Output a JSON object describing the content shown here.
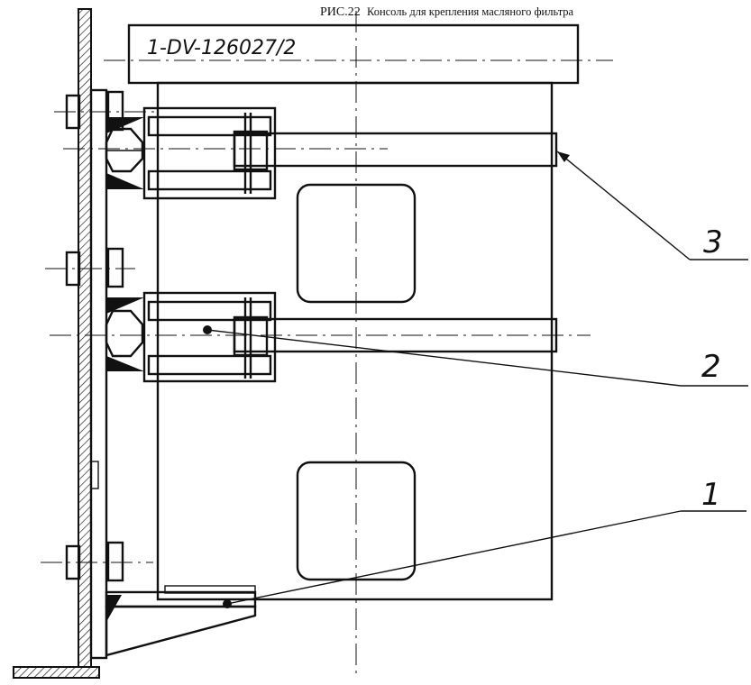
{
  "caption": {
    "figure": "РИС.22",
    "title": "Консоль для крепления масляного фильтра"
  },
  "plate_label": "1-DV-126027/2",
  "callouts": [
    {
      "number": "3"
    },
    {
      "number": "2"
    },
    {
      "number": "1"
    }
  ]
}
